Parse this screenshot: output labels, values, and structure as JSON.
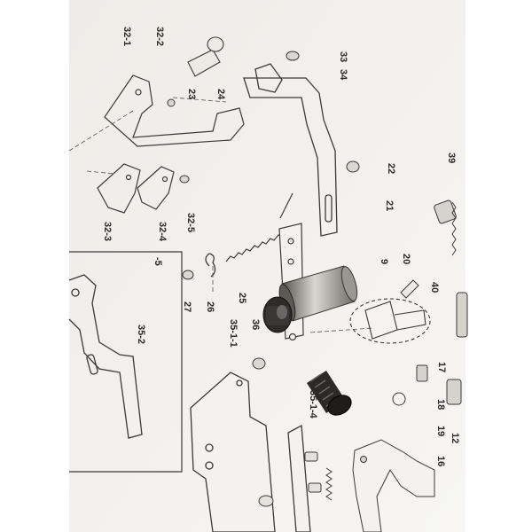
{
  "image": {
    "subject": "exploded parts diagram photo",
    "colors": {
      "paper": "#f4f3ef",
      "background_white": "#ffffff",
      "line": "#3a3a3a",
      "metal_bar": "#8c8a86",
      "metal_dark": "#2b2b2b"
    }
  },
  "labels": {
    "l32_1": "32-1",
    "l32_2": "32-2",
    "l23": "23",
    "l24": "24",
    "l33": "33",
    "l34": "34",
    "l22": "22",
    "l21": "21",
    "l39": "39",
    "l32_3": "32-3",
    "l32_4": "32-4",
    "l32_5": "32-5",
    "l25": "25",
    "l26": "26",
    "l27": "27",
    "l5": "-5",
    "l35_2": "35-2",
    "l35_1_1": "35-1-1",
    "l36": "36",
    "l35_1_4": "35-1-4",
    "l9": "9",
    "l20": "20",
    "l40": "40",
    "l17": "17",
    "l18": "18",
    "l19": "19",
    "l12": "12",
    "l16": "16"
  }
}
